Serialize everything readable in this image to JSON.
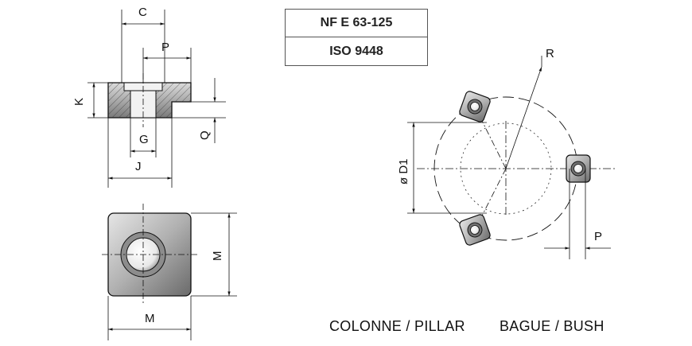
{
  "standards": [
    "NF E 63-125",
    "ISO 9448"
  ],
  "captions": {
    "pillar": "COLONNE / PILLAR",
    "bush": "BAGUE / BUSH"
  },
  "dimensions": {
    "c": "C",
    "p": "P",
    "k": "K",
    "q": "Q",
    "g": "G",
    "j": "J",
    "m_side": "M",
    "m_bottom": "M",
    "r": "R",
    "d1": "ø D1",
    "p_right": "P"
  },
  "colors": {
    "line": "#111111",
    "steel_light": "#d0d0d0",
    "steel_dark": "#6e6e6e"
  }
}
